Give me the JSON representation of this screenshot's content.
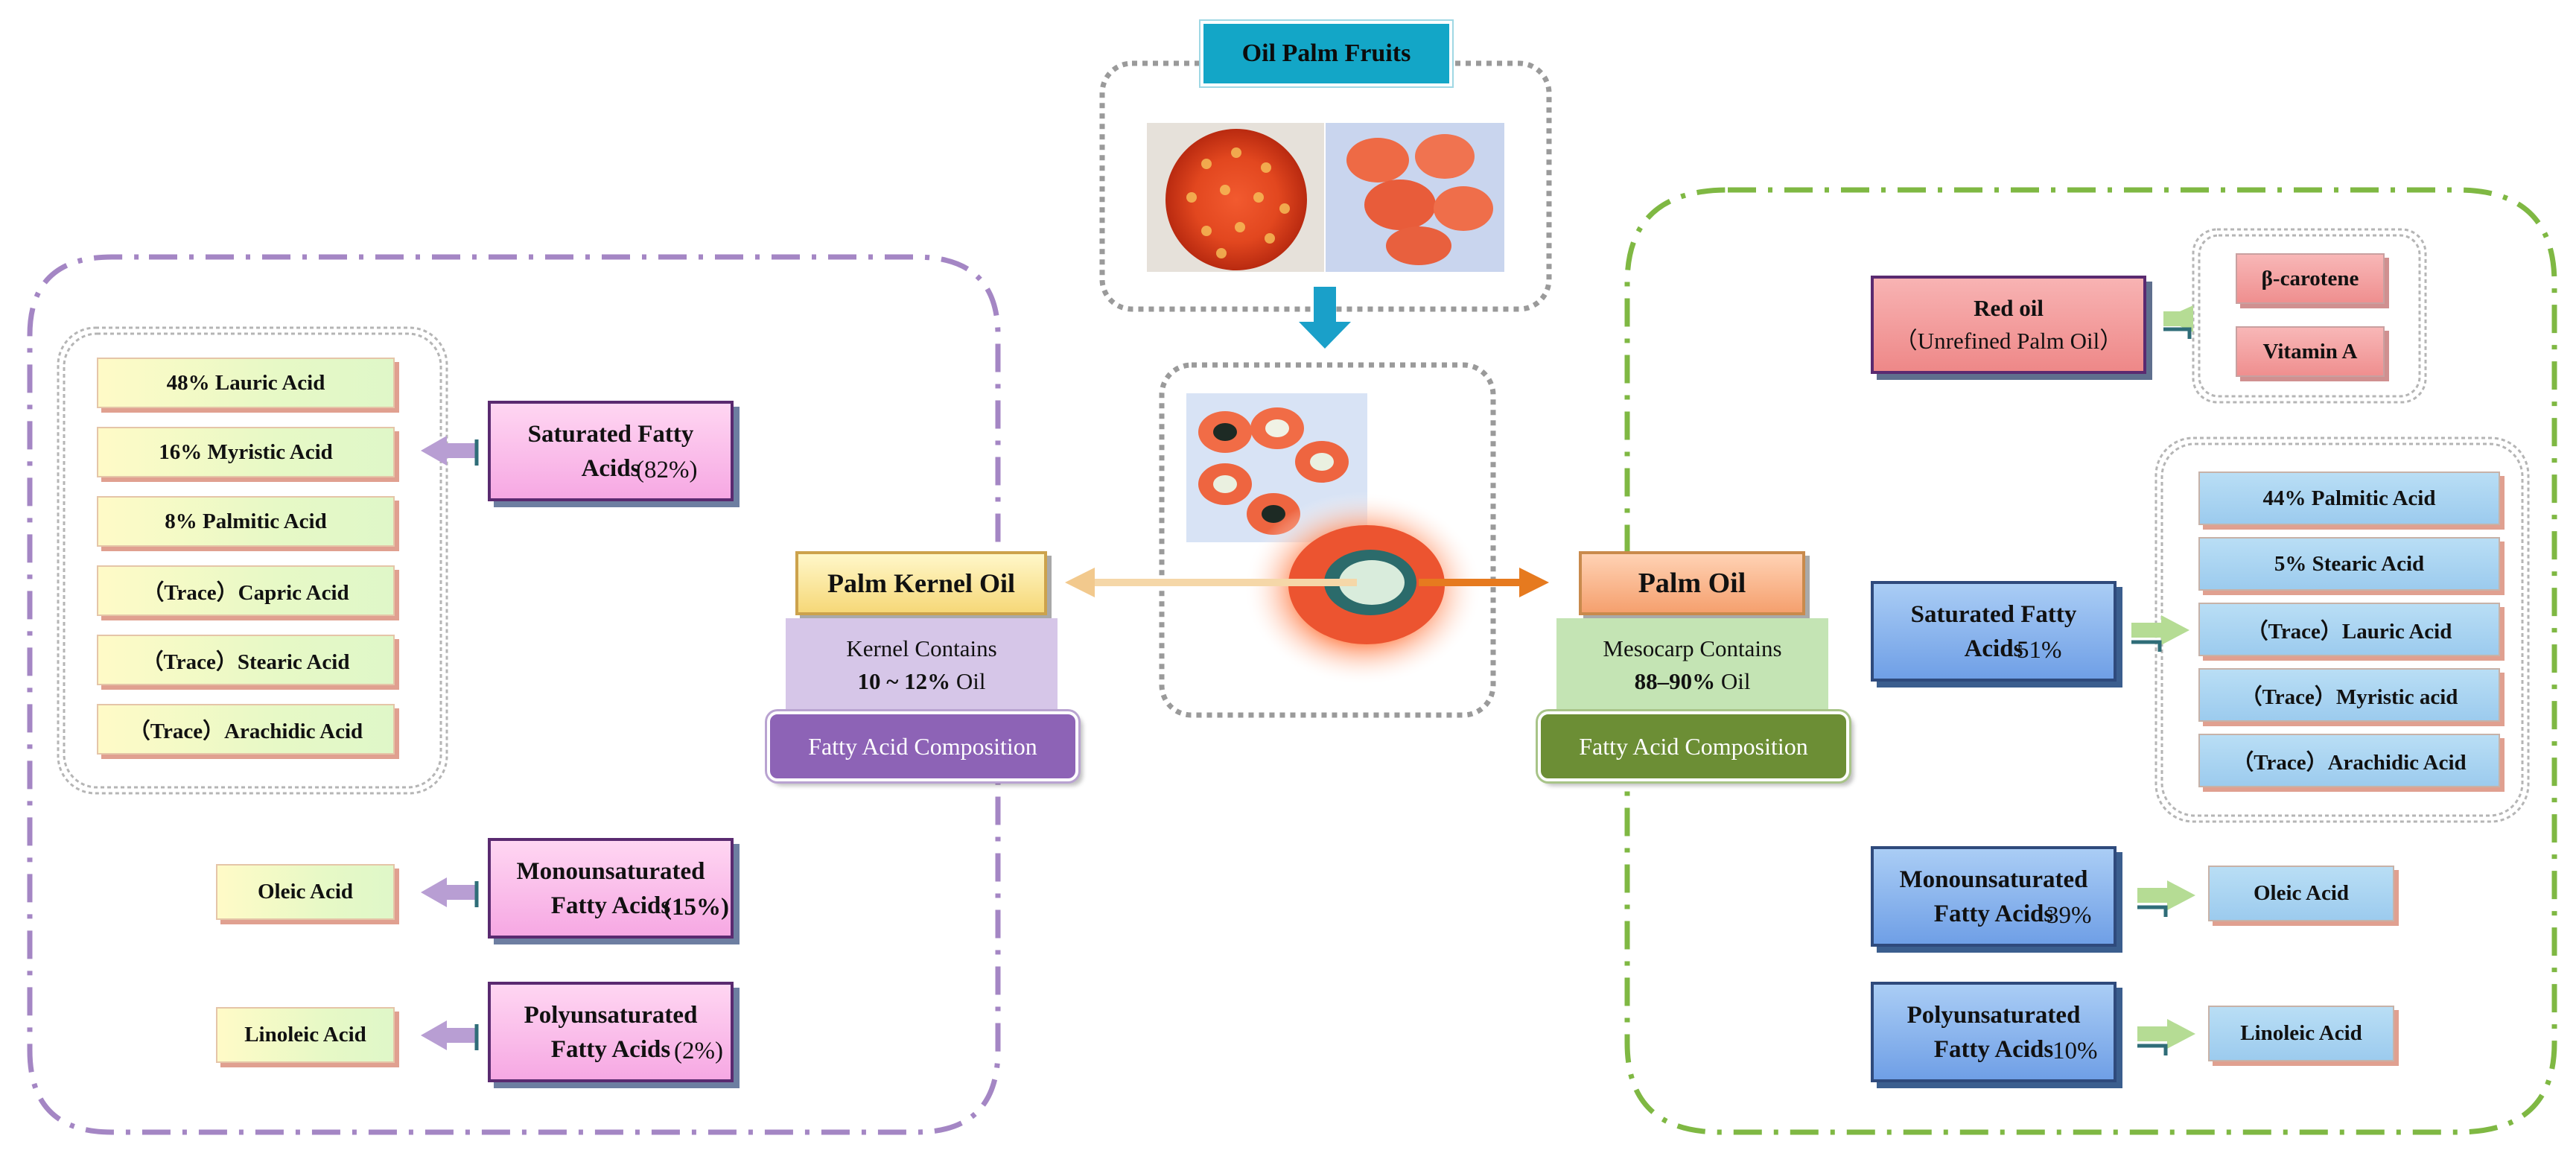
{
  "colors": {
    "kernel_frame": "#a486c4",
    "palm_frame": "#7fb843",
    "inner_frame": "#a8a8a8",
    "fruit_title_bg": "#13a6c7",
    "kernel_arrow": "#f2c98d",
    "palm_arrow": "#e67a1f"
  },
  "center": {
    "fruits_title": "Oil Palm Fruits"
  },
  "kernel": {
    "title": "Palm Kernel Oil",
    "contains_line1": "Kernel Contains",
    "contains_bold": "10 ~ 12%",
    "contains_suffix": " Oil",
    "composition": "Fatty Acid Composition",
    "saturated": {
      "name": "Saturated Fatty Acids",
      "pct": "(82%)"
    },
    "saturated_items": [
      "48% Lauric Acid",
      "16% Myristic Acid",
      "8% Palmitic Acid",
      "（Trace）Capric Acid",
      "（Trace）Stearic Acid",
      "（Trace）Arachidic Acid"
    ],
    "mono": {
      "name": "Monounsaturated Fatty Acids",
      "pct": "(15%)"
    },
    "mono_item": "Oleic Acid",
    "poly": {
      "name": "Polyunsaturated Fatty Acids",
      "pct": "(2%)"
    },
    "poly_item": "Linoleic Acid"
  },
  "palm": {
    "title": "Palm Oil",
    "contains_line1": "Mesocarp Contains",
    "contains_bold": "88–90%",
    "contains_suffix": " Oil",
    "composition": "Fatty Acid Composition",
    "red_oil": {
      "name": "Red oil",
      "sub": "（Unrefined Palm Oil）"
    },
    "red_items": [
      "β-carotene",
      "Vitamin A"
    ],
    "saturated": {
      "name": "Saturated Fatty Acids",
      "pct": "51%"
    },
    "saturated_items": [
      "44% Palmitic Acid",
      "5% Stearic Acid",
      "（Trace）Lauric Acid",
      "（Trace）Myristic acid",
      "（Trace）Arachidic Acid"
    ],
    "mono": {
      "name": "Monounsaturated Fatty Acids",
      "pct": "39%"
    },
    "mono_item": "Oleic Acid",
    "poly": {
      "name": "Polyunsaturated Fatty Acids",
      "pct": "10%"
    },
    "poly_item": "Linoleic Acid"
  }
}
